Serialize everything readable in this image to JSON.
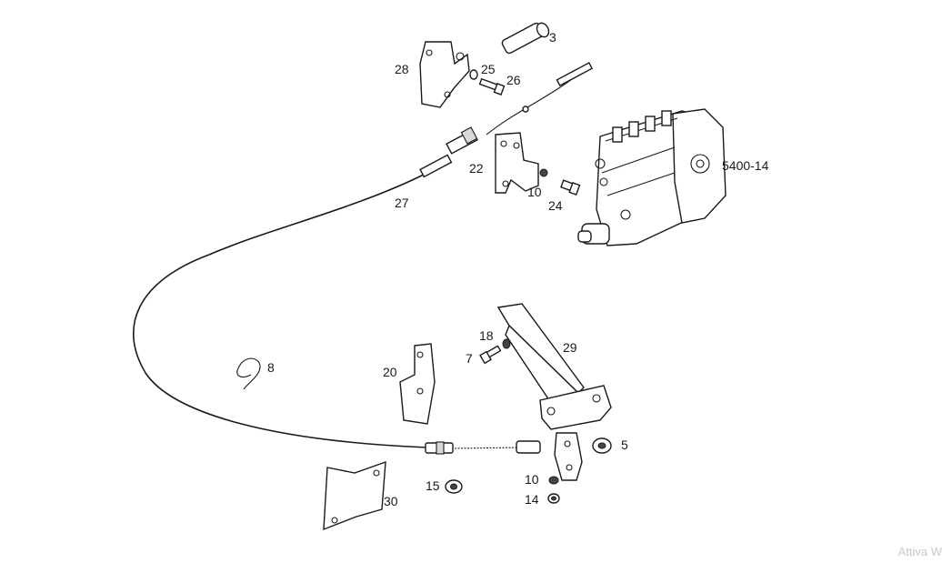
{
  "diagram": {
    "labels": {
      "p3": "3",
      "p28": "28",
      "p25": "25",
      "p26": "26",
      "p22": "22",
      "p10a": "10",
      "p24": "24",
      "p27": "27",
      "p5400": "5400-14",
      "p18": "18",
      "p7": "7",
      "p29": "29",
      "p8": "8",
      "p20": "20",
      "p5": "5",
      "p15": "15",
      "p10b": "10",
      "p14": "14",
      "p30": "30"
    },
    "corner_text": "Attiva W"
  }
}
